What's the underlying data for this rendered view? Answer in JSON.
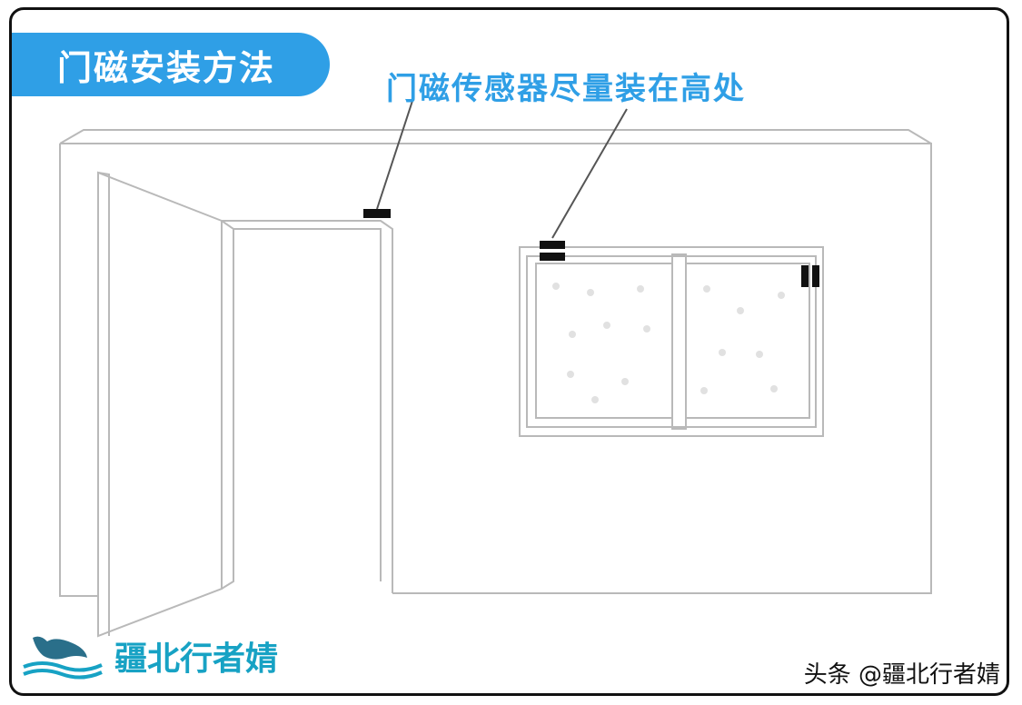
{
  "title": "门磁安装方法",
  "callout": "门磁传感器尽量装在高处",
  "brand": {
    "name": "疆北行者婧",
    "logo_icon": "whale-wave-logo-icon"
  },
  "watermark": "头条 @疆北行者婧",
  "colors": {
    "accent": "#2f9fe6",
    "brand": "#17a2c4",
    "line": "#bdbdbd",
    "sensor": "#111111"
  }
}
